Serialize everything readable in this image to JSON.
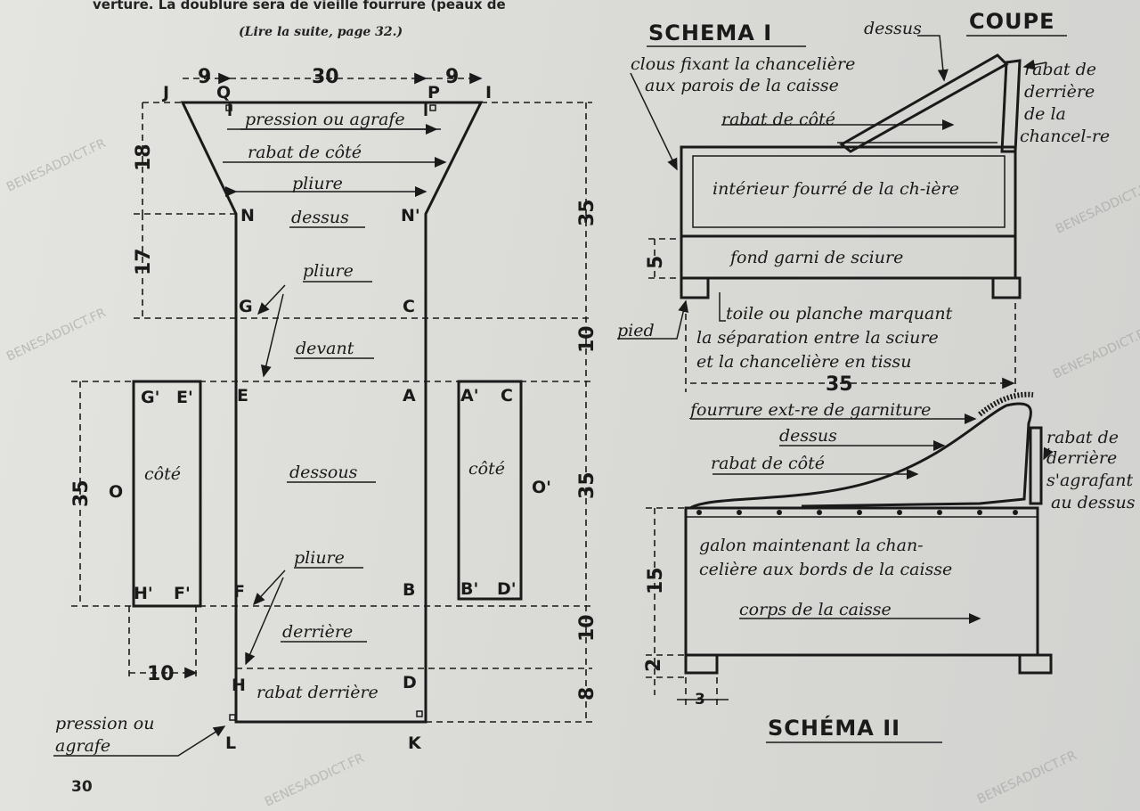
{
  "header": {
    "text": "verture. La doublure sera de vieille fourrure (peaux de",
    "continued": "(Lire la suite, page 32.)"
  },
  "page_number": "30",
  "watermark": "BENESADDICT.FR",
  "pattern": {
    "points": {
      "J": "J",
      "Q": "Q",
      "P": "P",
      "I": "I",
      "N": "N",
      "N2": "N'",
      "G": "G",
      "C": "C",
      "E": "E",
      "A": "A",
      "F": "F",
      "B": "B",
      "H": "H",
      "D": "D",
      "L": "L",
      "K": "K",
      "G2": "G'",
      "E2": "E'",
      "H2": "H'",
      "F2": "F'",
      "O": "O",
      "A2": "A'",
      "C2": "C",
      "B2": "B'",
      "D2": "D'",
      "O2": "O'"
    },
    "labels": {
      "pression_top": "pression ou agrafe",
      "rabat_cote": "rabat de côté",
      "pliure1": "pliure",
      "dessus": "dessus",
      "pliure2": "pliure",
      "devant": "devant",
      "dessous": "dessous",
      "pliure3": "pliure",
      "derriere": "derrière",
      "rabat_derriere": "rabat derrière",
      "cote_left": "côté",
      "cote_right": "côté",
      "pression_bottom_1": "pression ou",
      "pression_bottom_2": "agrafe"
    },
    "dimensions": {
      "top_left": "9",
      "top_mid": "30",
      "top_right": "9",
      "left_18": "18",
      "left_17": "17",
      "left_35": "35",
      "bottom_10": "10",
      "right_35a": "35",
      "right_10a": "10",
      "right_35b": "35",
      "right_10b": "10",
      "right_8": "8"
    }
  },
  "schema1": {
    "title": "SCHEMA I",
    "coupe": "COUPE",
    "dessus": "dessus",
    "clous_1": "clous fixant la chancelière",
    "clous_2": "aux parois de la caisse",
    "rabat_cote": "rabat de côté",
    "rabat_derriere": [
      "rabat de",
      "derrière",
      "de la",
      "chancel-re"
    ],
    "interieur": "intérieur fourré de la ch-ière",
    "fond": "fond garni de sciure",
    "dim_5": "5",
    "pied": "pied",
    "toile": [
      "toile ou planche marquant",
      "la séparation entre la sciure",
      "et la chancelière en tissu"
    ],
    "dim_35": "35"
  },
  "schema2": {
    "title": "SCHÉMA II",
    "fourrure": "fourrure ext-re de garniture",
    "dessus": "dessus",
    "rabat_cote": "rabat de côté",
    "rabat_derriere": [
      "rabat de",
      "derrière",
      "s'agrafant",
      "au dessus"
    ],
    "galon": [
      "galon maintenant la chan-",
      "celière aux bords de la caisse"
    ],
    "corps": "corps de la caisse",
    "dim_15": "15",
    "dim_2": "2",
    "dim_3": "3"
  }
}
